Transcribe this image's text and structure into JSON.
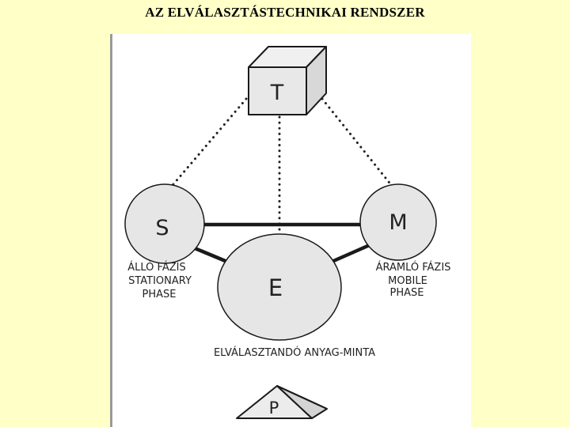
{
  "title": "AZ ELVÁLASZTÁSTECHNIKAI RENDSZER",
  "colors": {
    "background": "#ffffc8",
    "diagram_bg": "#ffffff",
    "circle_fill": "#e6e6e6",
    "ink": "#1a1a1a"
  },
  "nodes": {
    "technique": {
      "letter": "T"
    },
    "stationary": {
      "letter": "S",
      "caption": [
        "ÁLLÓ FÁZIS",
        "STATIONARY",
        "PHASE"
      ]
    },
    "mobile": {
      "letter": "M",
      "caption": [
        "ÁRAMLÓ FÁZIS",
        "MOBILE",
        "PHASE"
      ]
    },
    "sample": {
      "letter": "E"
    },
    "product": {
      "letter": "P"
    }
  },
  "sample_caption": "ELVÁLASZTANDÓ ANYAG-MINTA"
}
